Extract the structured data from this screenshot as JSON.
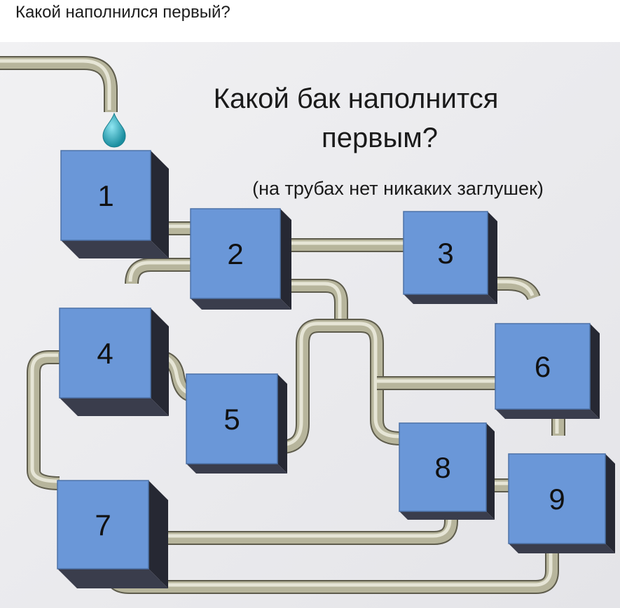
{
  "post": {
    "title": "Какой наполнился первый?"
  },
  "puzzle": {
    "heading_line1": "Какой бак наполнится",
    "heading_line2": "первым?",
    "subheading": "(на трубах нет никаких заглушек)"
  },
  "tanks": [
    {
      "label": "1"
    },
    {
      "label": "2"
    },
    {
      "label": "3"
    },
    {
      "label": "4"
    },
    {
      "label": "5"
    },
    {
      "label": "6"
    },
    {
      "label": "7"
    },
    {
      "label": "8"
    },
    {
      "label": "9"
    }
  ],
  "colors": {
    "background": "#e9e9ec",
    "tank_front": "#6a97d8",
    "tank_side": "#262833",
    "pipe": "#b7b59c",
    "water_drop": "#2aa4b8"
  }
}
